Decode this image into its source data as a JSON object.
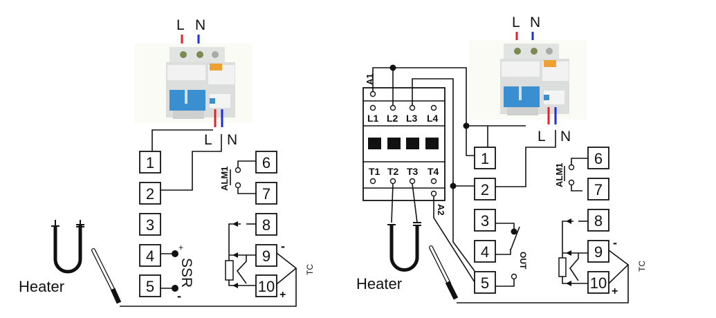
{
  "left": {
    "supply": {
      "line": "L",
      "neutral": "N"
    },
    "breaker_out": {
      "line": "L",
      "neutral": "N"
    },
    "terminals": [
      "1",
      "2",
      "3",
      "4",
      "5",
      "6",
      "7",
      "8",
      "9",
      "10"
    ],
    "alarm_label": "ALM1",
    "ssr_label": "SSR",
    "ssr_plus": "+",
    "ssr_minus": "-",
    "tc_label": "TC",
    "tc_minus": "-",
    "tc_plus": "+",
    "heater_label": "Heater"
  },
  "right": {
    "supply": {
      "line": "L",
      "neutral": "N"
    },
    "breaker_out": {
      "line": "L",
      "neutral": "N"
    },
    "contactor": {
      "coil_a1": "A1",
      "coil_a2": "A2",
      "inputs": [
        "L1",
        "L2",
        "L3",
        "L4"
      ],
      "outputs": [
        "T1",
        "T2",
        "T3",
        "T4"
      ]
    },
    "terminals": [
      "1",
      "2",
      "3",
      "4",
      "5",
      "6",
      "7",
      "8",
      "9",
      "10"
    ],
    "alarm_label": "ALM1",
    "out_label": "OUT",
    "tc_label": "TC",
    "tc_minus": "-",
    "tc_plus": "+",
    "heater_label": "Heater"
  },
  "colors": {
    "line_wire": "#e8202a",
    "neutral_wire": "#1a2ee0",
    "breaker_toggle": "#3a8fd0",
    "breaker_tab": "#f0a030"
  }
}
